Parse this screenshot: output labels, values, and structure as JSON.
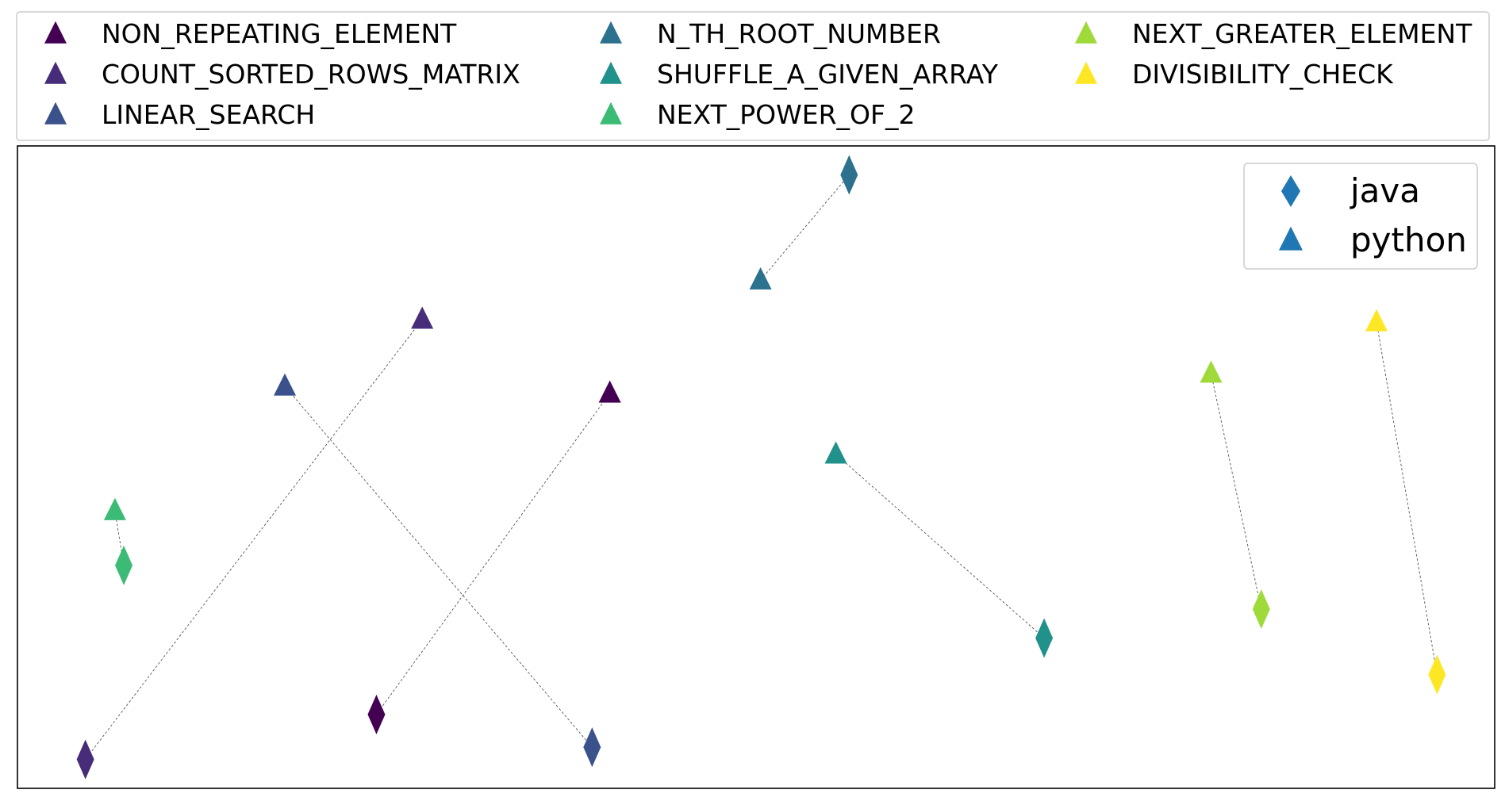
{
  "chart_data": {
    "type": "scatter",
    "title": "",
    "xlabel": "",
    "ylabel": "",
    "xlim": [
      0,
      100
    ],
    "ylim": [
      0,
      100
    ],
    "grid": false,
    "axis_ticks": false,
    "legend_tasks": {
      "placement": "top, outside plot, 3 columns",
      "entries": [
        {
          "name": "NON_REPEATING_ELEMENT",
          "color": "#440154"
        },
        {
          "name": "COUNT_SORTED_ROWS_MATRIX",
          "color": "#472c7a"
        },
        {
          "name": "LINEAR_SEARCH",
          "color": "#3b518b"
        },
        {
          "name": "N_TH_ROOT_NUMBER",
          "color": "#2c718e"
        },
        {
          "name": "SHUFFLE_A_GIVEN_ARRAY",
          "color": "#21918c"
        },
        {
          "name": "NEXT_POWER_OF_2",
          "color": "#3bbb75"
        },
        {
          "name": "NEXT_GREATER_ELEMENT",
          "color": "#9fda3a"
        },
        {
          "name": "DIVISIBILITY_CHECK",
          "color": "#fde725"
        }
      ]
    },
    "legend_languages": {
      "placement": "top-right",
      "color": "#1f77b4",
      "entries": [
        {
          "name": "java",
          "marker": "diamond"
        },
        {
          "name": "python",
          "marker": "triangle"
        }
      ]
    },
    "series": [
      {
        "name": "NON_REPEATING_ELEMENT",
        "color": "#440154",
        "python": [
          40.1,
          61.5
        ],
        "java": [
          24.3,
          11.5
        ]
      },
      {
        "name": "COUNT_SORTED_ROWS_MATRIX",
        "color": "#472c7a",
        "python": [
          27.4,
          73.0
        ],
        "java": [
          4.6,
          4.5
        ]
      },
      {
        "name": "LINEAR_SEARCH",
        "color": "#3b518b",
        "python": [
          18.1,
          62.6
        ],
        "java": [
          38.9,
          6.4
        ]
      },
      {
        "name": "N_TH_ROOT_NUMBER",
        "color": "#2c718e",
        "python": [
          50.3,
          79.1
        ],
        "java": [
          56.3,
          95.5
        ]
      },
      {
        "name": "SHUFFLE_A_GIVEN_ARRAY",
        "color": "#21918c",
        "python": [
          55.4,
          52.0
        ],
        "java": [
          69.5,
          23.4
        ]
      },
      {
        "name": "NEXT_POWER_OF_2",
        "color": "#3bbb75",
        "python": [
          6.6,
          43.2
        ],
        "java": [
          7.2,
          34.7
        ]
      },
      {
        "name": "NEXT_GREATER_ELEMENT",
        "color": "#9fda3a",
        "python": [
          80.8,
          64.6
        ],
        "java": [
          84.2,
          27.9
        ]
      },
      {
        "name": "DIVISIBILITY_CHECK",
        "color": "#fde725",
        "python": [
          92.0,
          72.6
        ],
        "java": [
          96.1,
          17.7
        ]
      }
    ]
  }
}
